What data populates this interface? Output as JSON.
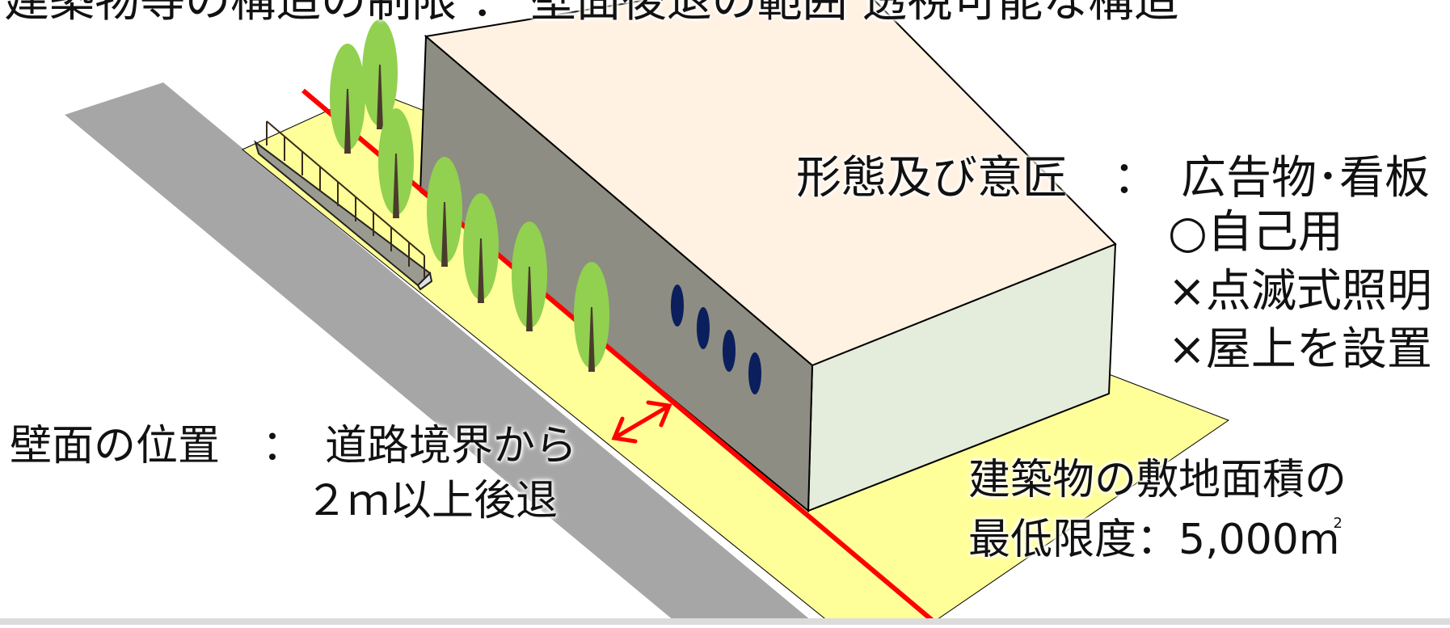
{
  "colors": {
    "road": "#a6a6a6",
    "site": "#ffff99",
    "roof": "#fff2e2",
    "front_wall": "#8d8d83",
    "side_wall": "#e4ecdb",
    "boundary_line": "#ff0000",
    "tree_canopy": "#92d050",
    "tree_trunk": "#4a3b2c",
    "windows": "#0b1f5c"
  },
  "labels": {
    "top_heading": "建築物等の構造の制限 ： 壁面後退の範囲 透視可能な構造",
    "form_design": {
      "line1": "形態及び意匠　：　広告物･看板",
      "line2": "○自己用",
      "line3": "×点滅式照明",
      "line4": "×屋上を設置"
    },
    "wall_position": {
      "line1": "壁面の位置　：　道路境界から",
      "line2": "２ｍ以上後退"
    },
    "min_area": {
      "line1": "建築物の敷地面積の",
      "line2_main": "最低限度：5,000m",
      "line2_sup": "2"
    }
  }
}
